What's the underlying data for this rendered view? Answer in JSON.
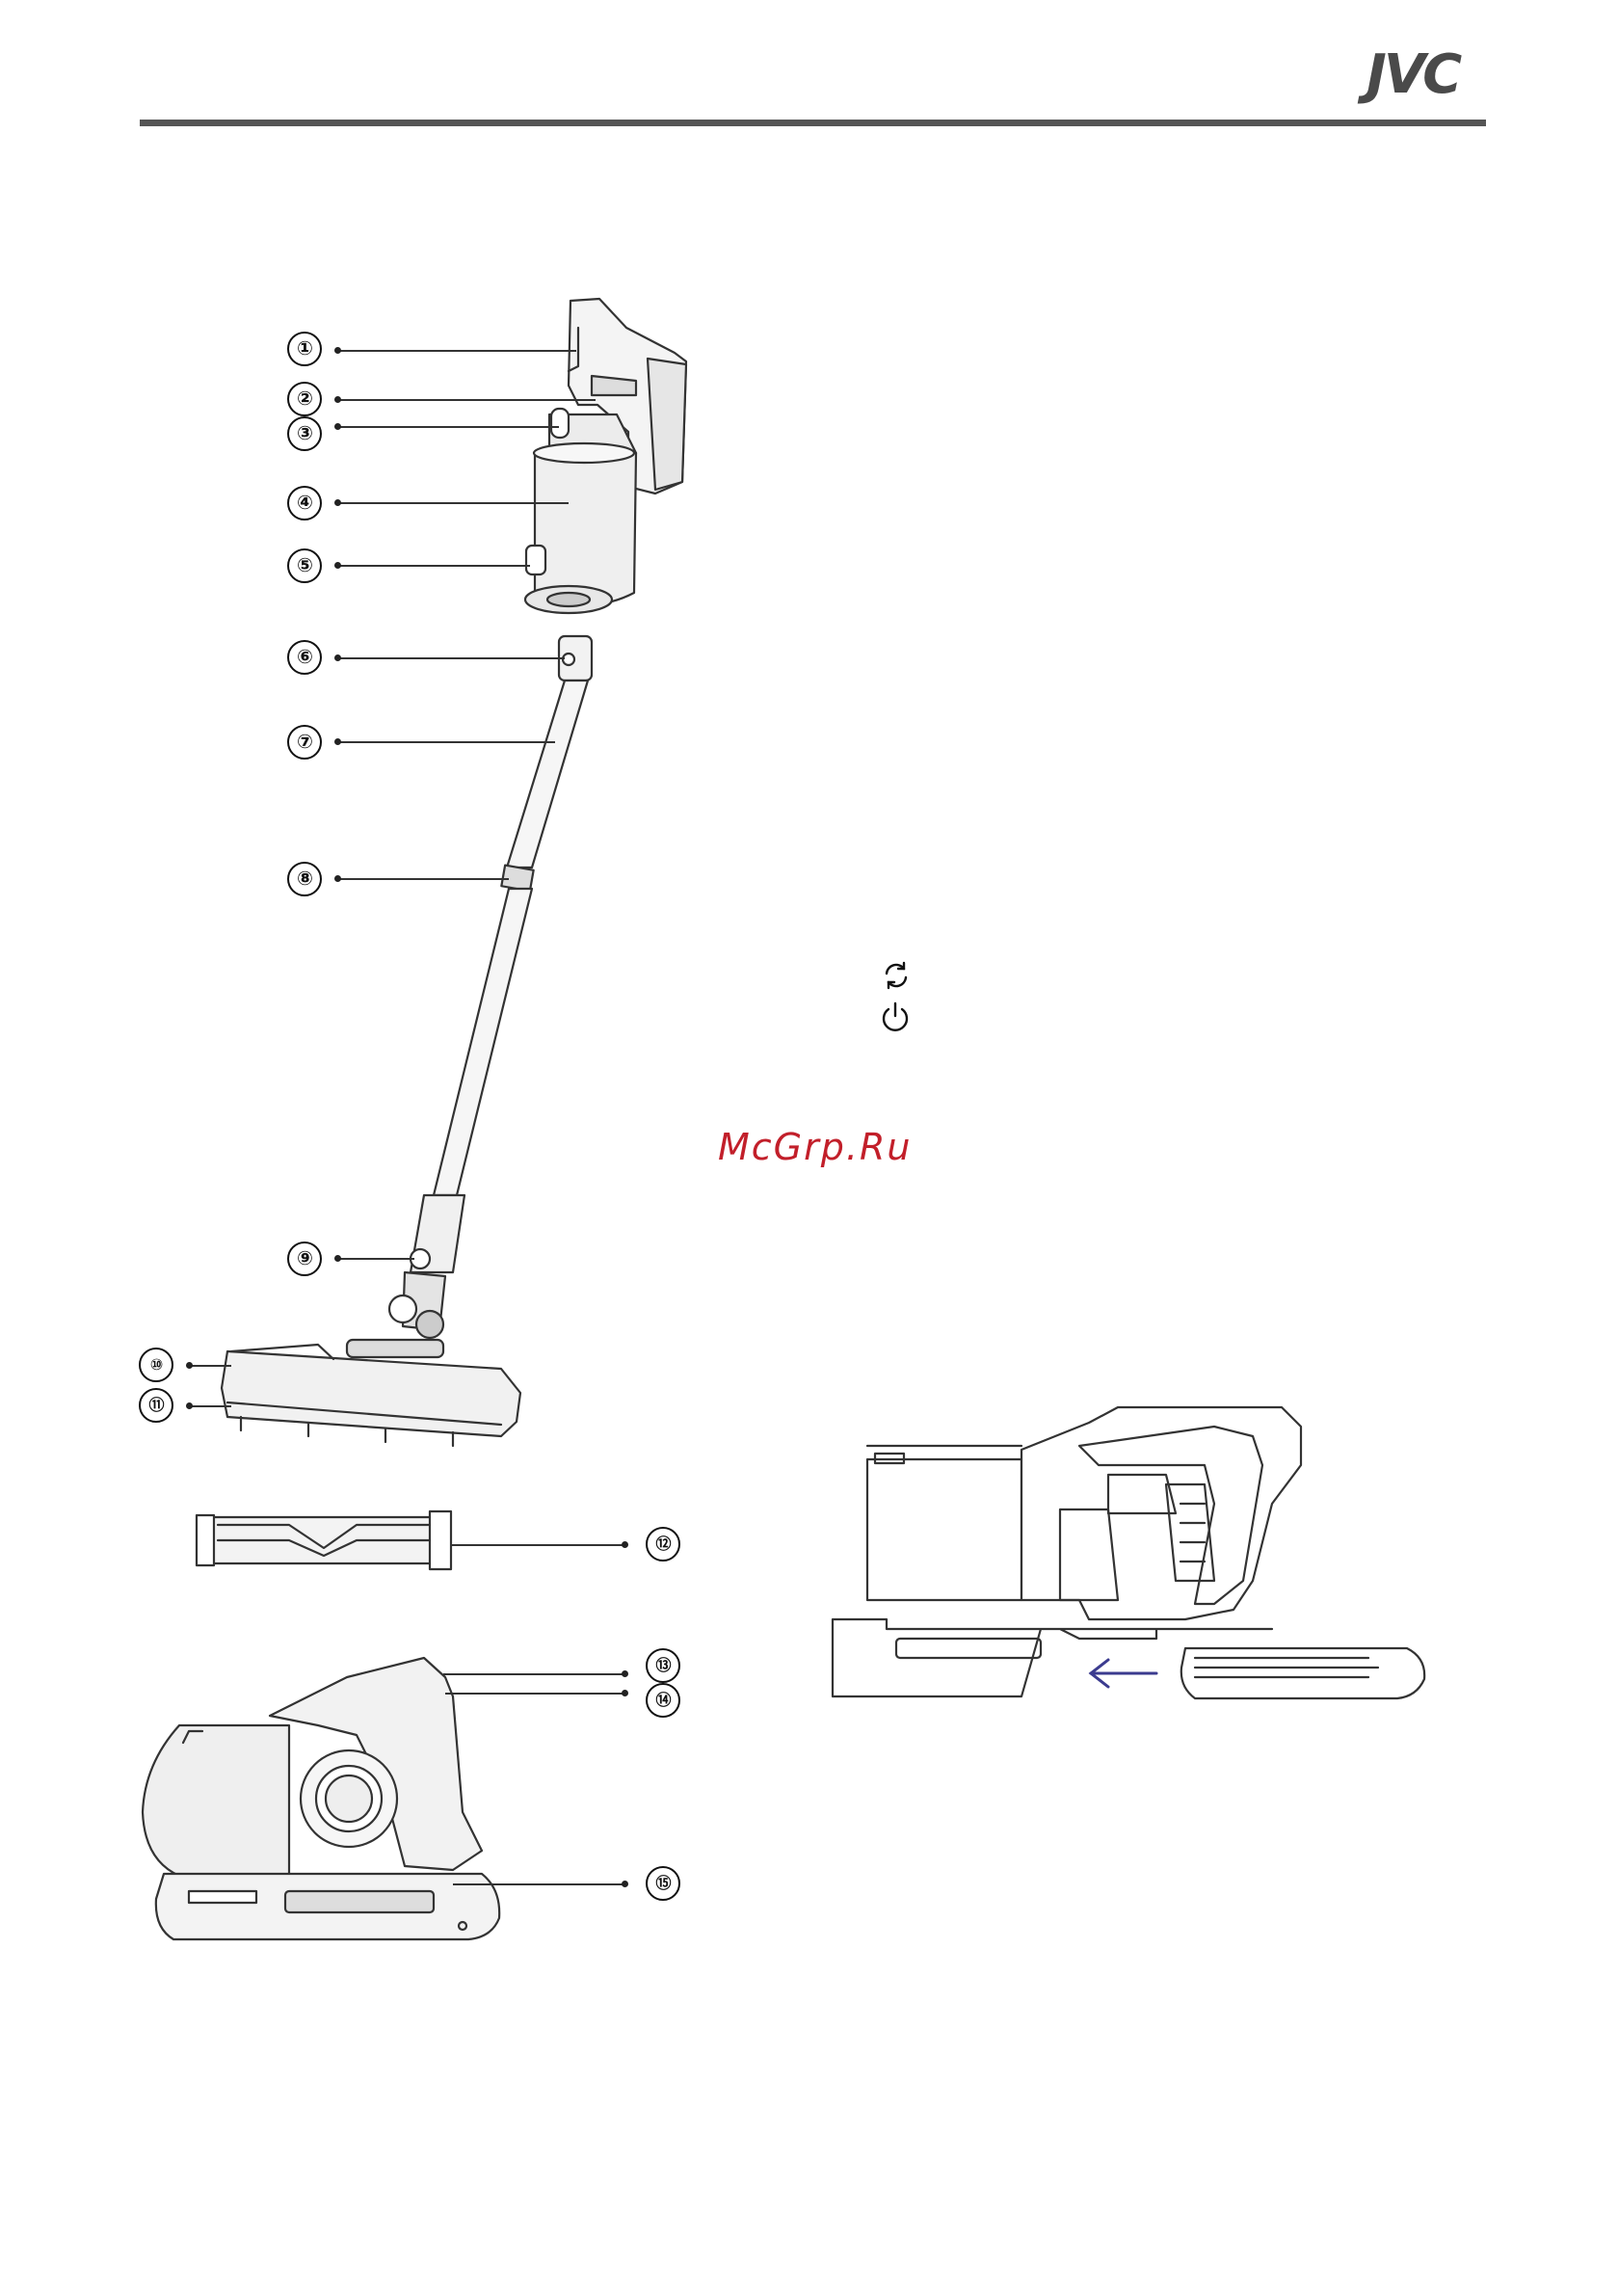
{
  "header": {
    "brand_logo": "JVC"
  },
  "watermark": "McGrp.Ru",
  "callouts": [
    "①",
    "②",
    "③",
    "④",
    "⑤",
    "⑥",
    "⑦",
    "⑧",
    "⑨",
    "⑩",
    "⑪",
    "⑫",
    "⑬",
    "⑭",
    "⑮"
  ],
  "icons": {
    "cycle_mode": "refresh-cycle-icon",
    "power": "power-icon"
  },
  "colors": {
    "rule": "#555555",
    "watermark": "#c21f2a",
    "arrow": "#3b3b8f"
  }
}
